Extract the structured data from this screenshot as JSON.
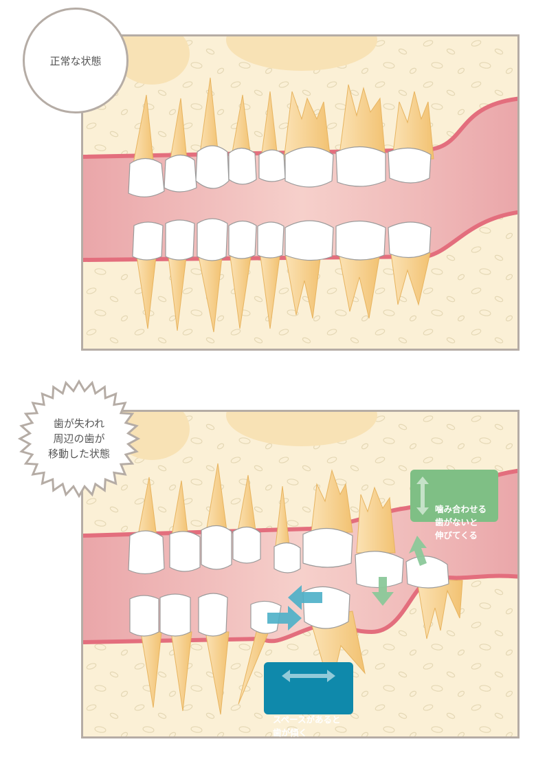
{
  "normal": {
    "label": "正常な状態"
  },
  "moved": {
    "label": "歯が失われ\n周辺の歯が\n移動した状態"
  },
  "callouts": {
    "extrusion": "噛み合わせる\n歯がないと\n伸びてくる",
    "tilt": "スペースがあると\n歯が傾く"
  },
  "colors": {
    "bone": "#fbf0d6",
    "gum": "#ebaeae",
    "gum_line": "#e36e7d",
    "tooth": "#ffffff",
    "root": "#f6cd86",
    "frame": "#b5aca5",
    "green_callout": "#7fbf85",
    "blue_callout": "#0f89ab",
    "blue_arrow": "#4cb0c8",
    "green_arrow": "#8cc99a"
  }
}
